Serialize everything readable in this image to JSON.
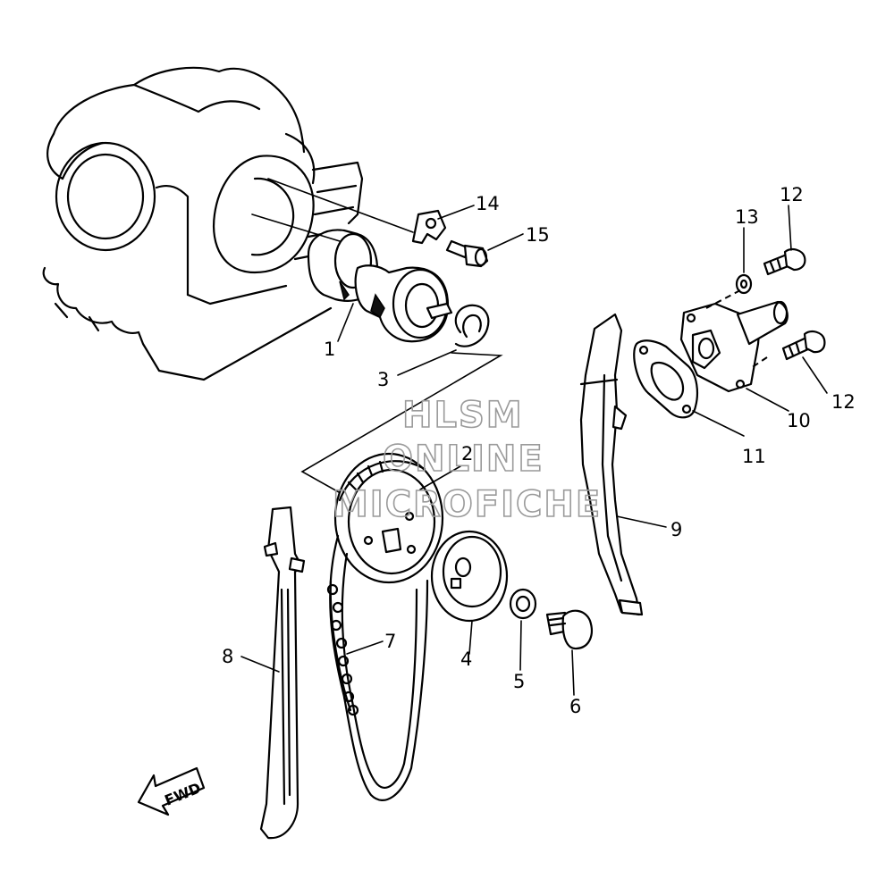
{
  "diagram": {
    "callouts": [
      "1",
      "2",
      "3",
      "4",
      "5",
      "6",
      "7",
      "8",
      "9",
      "10",
      "11",
      "12",
      "12",
      "13",
      "14",
      "15"
    ],
    "fwd_label": "FWD"
  },
  "watermark": {
    "line1": "HLSM",
    "line2": "ONLINE",
    "line3": "MICROFICHE"
  }
}
